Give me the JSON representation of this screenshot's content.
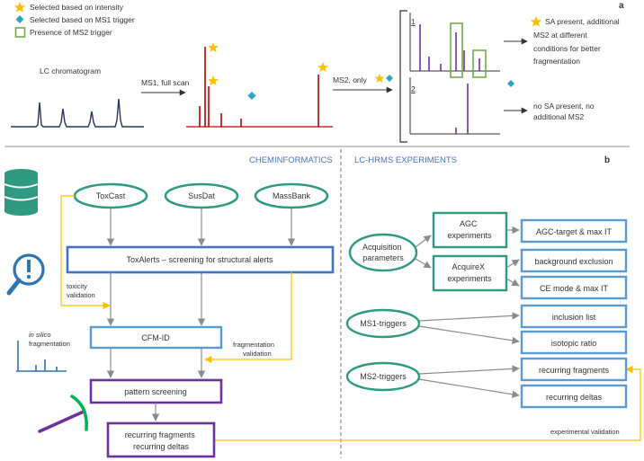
{
  "panel_a": {
    "panel_letter": "a",
    "legend": {
      "intensity": "Selected based on intensity",
      "ms1_trigger": "Selected based on MS1 trigger",
      "ms2_trigger": "Presence of MS2 trigger"
    },
    "lc_chromatogram": "LC chromatogram",
    "ms1_full_scan": "MS1, full scan",
    "ms2_only": "MS2, only",
    "spectrum_1_index": "1",
    "spectrum_2_index": "2",
    "result_1": [
      "SA present, additional",
      "MS2  at different",
      "conditions for better",
      "fragmentation"
    ],
    "result_2": [
      "no SA present, no",
      "additional MS2"
    ]
  },
  "panel_b": {
    "panel_letter": "b",
    "cheminformatics_title": "CHEMINFORMATICS",
    "lchrms_title": "LC-HRMS EXPERIMENTS",
    "sources": [
      "ToxCast",
      "SusDat",
      "MassBank"
    ],
    "toxalerts": "ToxAlerts – screening for structural alerts",
    "toxicity_validation": [
      "toxicity",
      "validation"
    ],
    "in_silico": "in silico",
    "fragmentation": "fragmentation",
    "cfm_id": "CFM-ID",
    "fragmentation_validation": [
      "fragmentation",
      "validation"
    ],
    "pattern_screening": "pattern screening",
    "recurring_box": [
      "recurring fragments",
      "recurring deltas"
    ],
    "experimental_validation": "experimental validation",
    "acquisition_parameters": [
      "Acquisition",
      "parameters"
    ],
    "agc_experiments": [
      "AGC",
      "experiments"
    ],
    "acquirex_experiments": [
      "AcquireX",
      "experiments"
    ],
    "agc_target": "AGC-target & max IT",
    "background_exclusion": "background exclusion",
    "ce_mode": "CE mode & max IT",
    "ms1_triggers": "MS1-triggers",
    "inclusion_list": "inclusion list",
    "isotopic_ratio": "isotopic ratio",
    "ms2_triggers": "MS2-triggers",
    "recurring_fragments": "recurring fragments",
    "recurring_deltas": "recurring deltas"
  },
  "colors": {
    "teal": "#2e9a82",
    "blue": "#4472c4",
    "light_blue": "#5b9bd5",
    "purple": "#7030a0",
    "yellow": "#ffc000",
    "red": "#c00000",
    "green": "#70ad47",
    "diamond": "#2ea6c4",
    "gray": "#8c8c8c"
  }
}
